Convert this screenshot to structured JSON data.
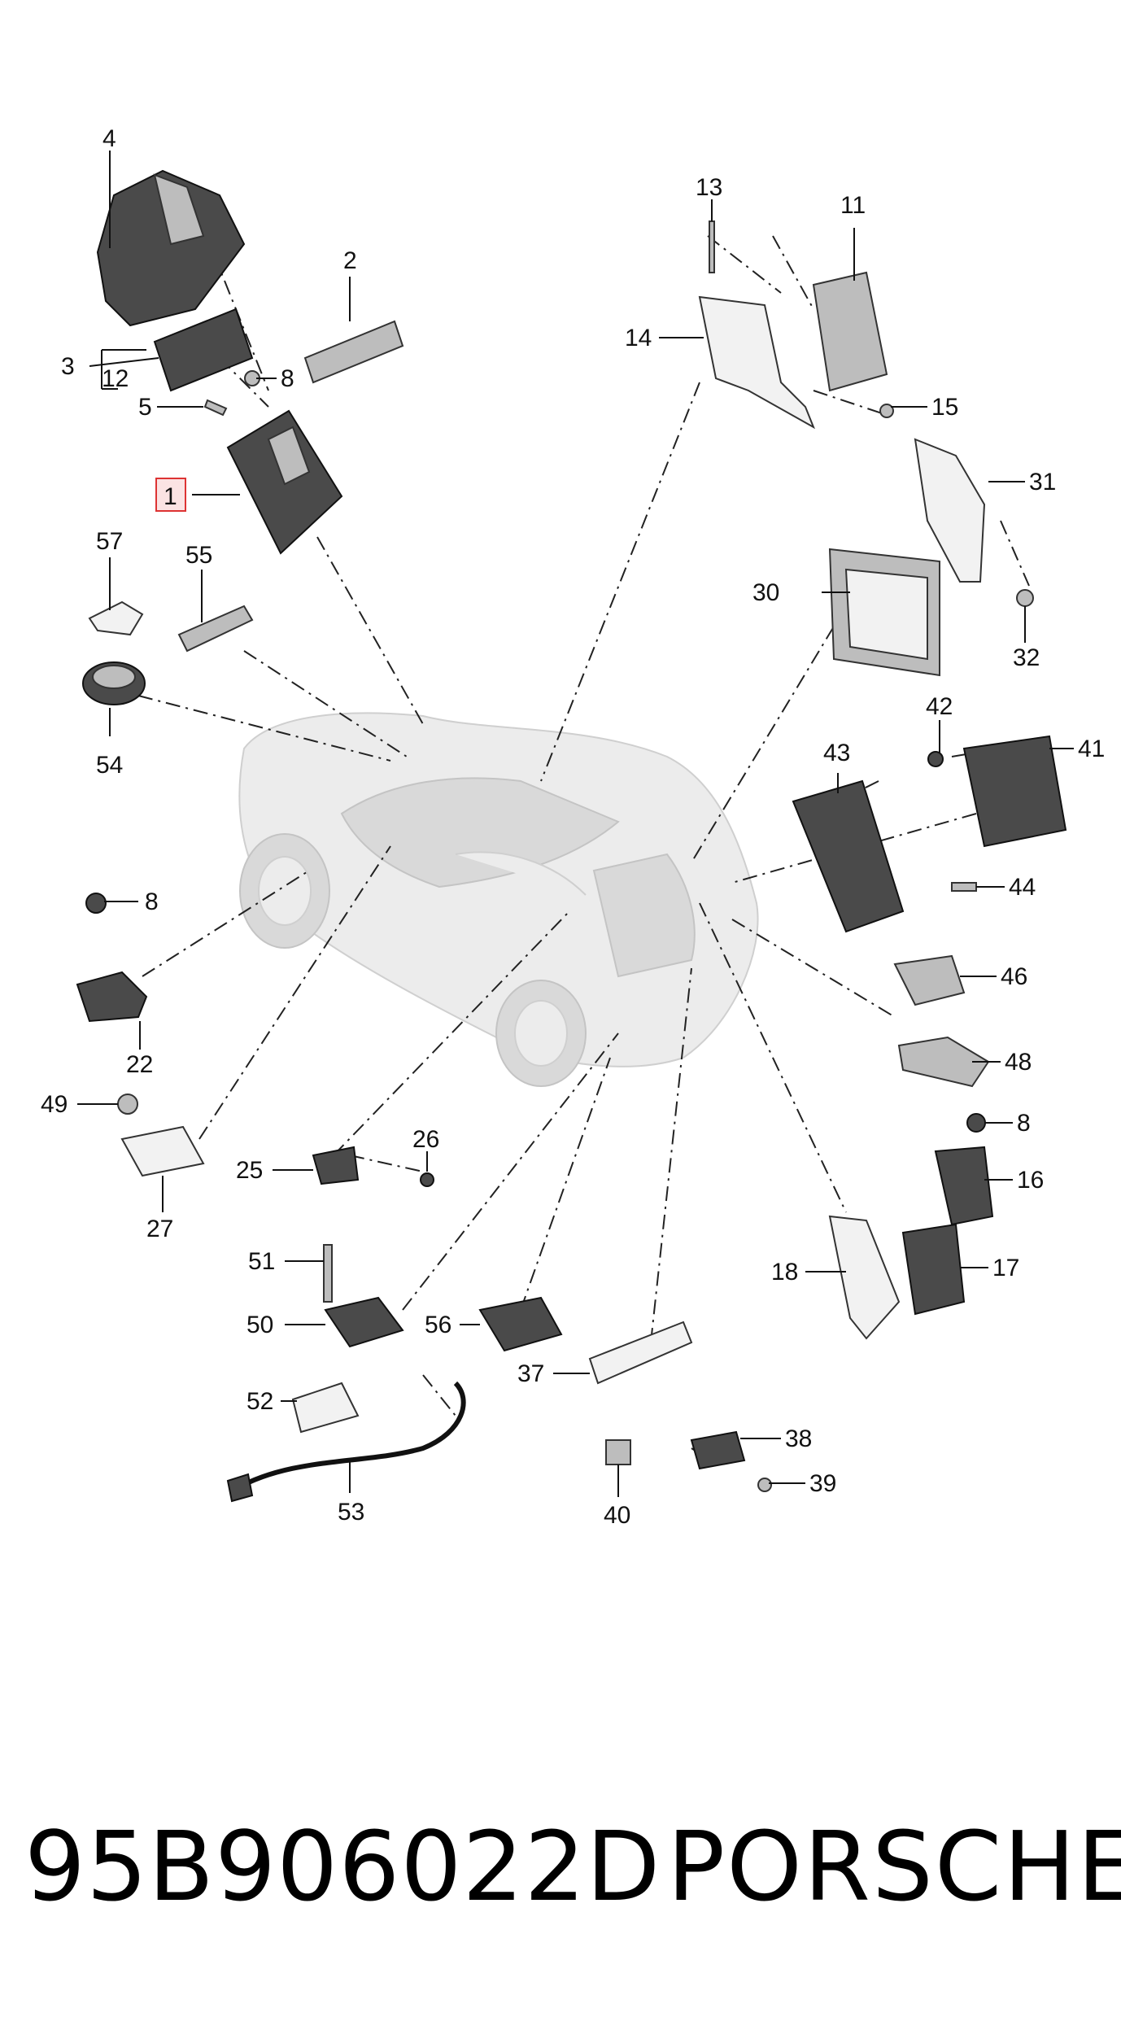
{
  "callouts": [
    "1",
    "2",
    "3",
    "4",
    "5",
    "8",
    "12",
    "13",
    "11",
    "14",
    "15",
    "31",
    "30",
    "32",
    "57",
    "55",
    "54",
    "42",
    "41",
    "43",
    "44",
    "8",
    "22",
    "46",
    "48",
    "8",
    "49",
    "27",
    "26",
    "25",
    "16",
    "17",
    "18",
    "51",
    "50",
    "52",
    "53",
    "56",
    "37",
    "38",
    "39",
    "40"
  ],
  "footer": {
    "part_number": "95B906022D",
    "brand": "PORSCHE"
  },
  "highlight_color": "#d33333"
}
